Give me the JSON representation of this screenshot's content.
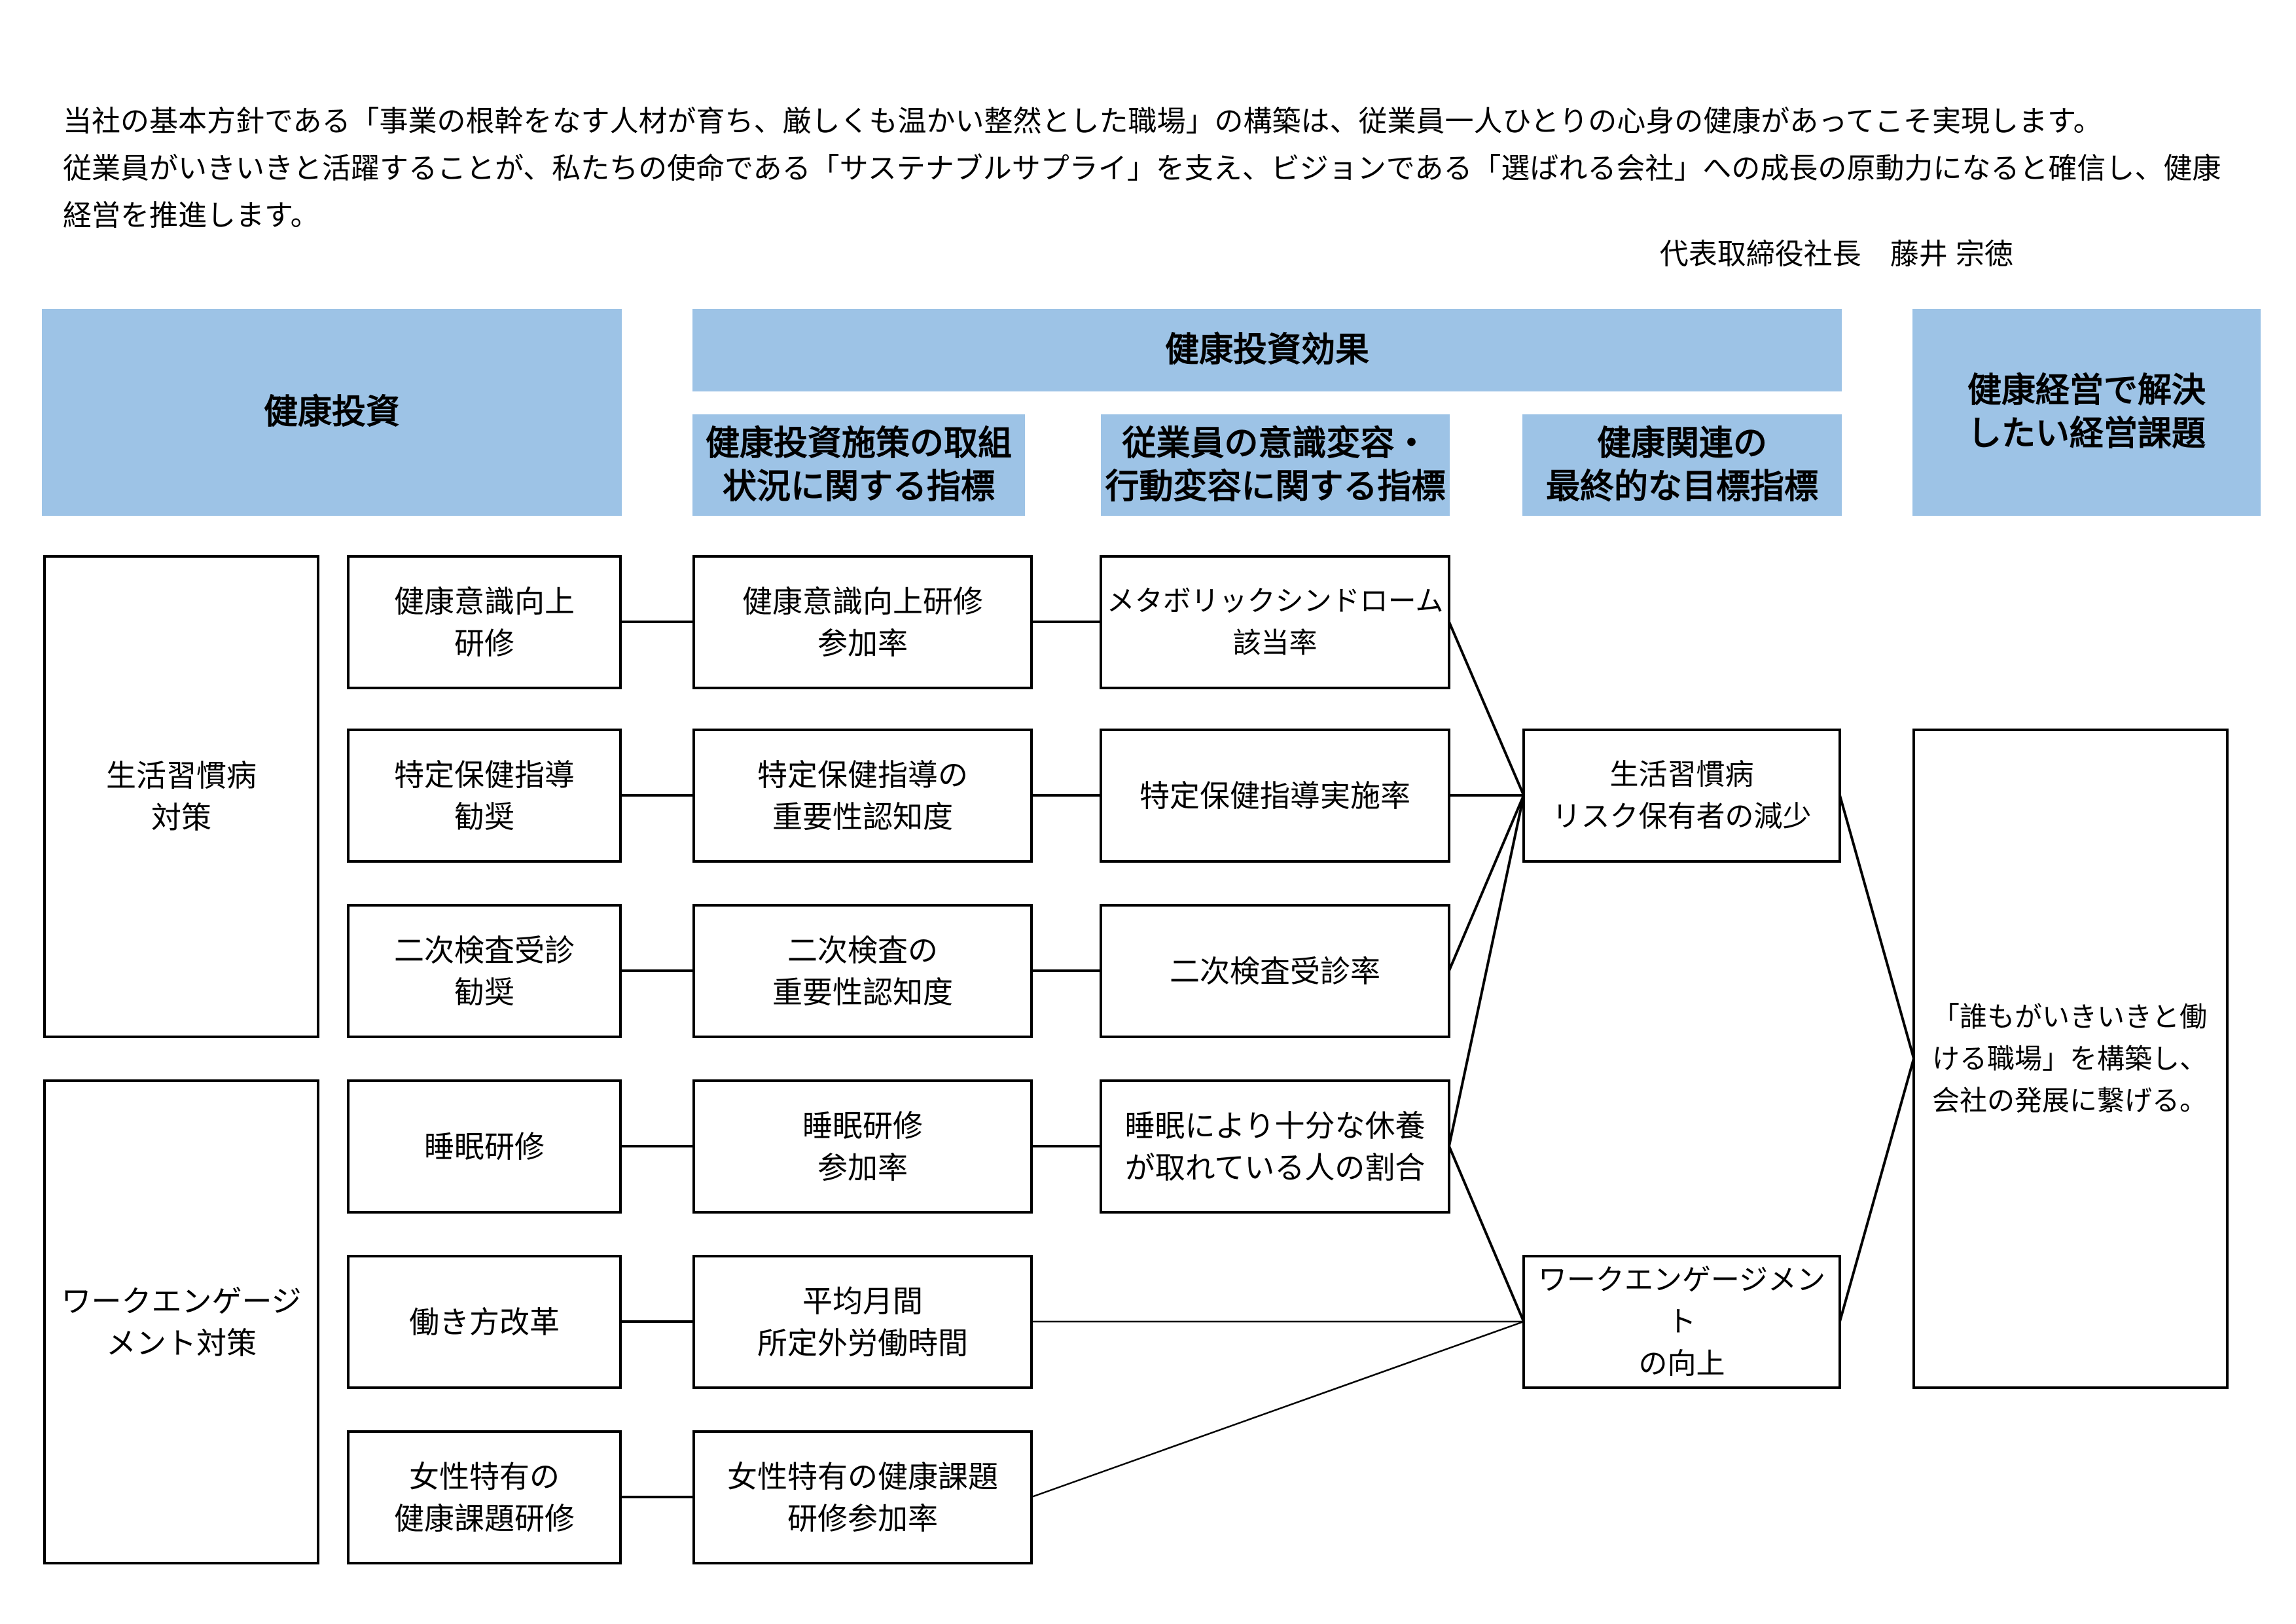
{
  "colors": {
    "accent_blue": "#9dc3e6",
    "line": "#000000",
    "text": "#000000",
    "background": "#ffffff"
  },
  "intro": {
    "lines": [
      "当社の基本方針である「事業の根幹をなす人材が育ち、厳しくも温かい整然とした職場」の構築は、従業員一人ひとりの心身の健康があってこそ実現します。",
      "従業員がいきいきと活躍することが、私たちの使命である「サステナブルサプライ」を支え、ビジョンである「選ばれる会社」への成長の原動力になると確信し、健康",
      "経営を推進します。"
    ],
    "signature": "代表取締役社長　藤井 宗徳"
  },
  "headers": {
    "investment": "健康投資",
    "effect": "健康投資効果",
    "indicator_initiative": "健康投資施策の取組\n状況に関する指標",
    "indicator_behavior": "従業員の意識変容・\n行動変容に関する指標",
    "indicator_final": "健康関連の\n最終的な目標指標",
    "management_issue": "健康経営で解決\nしたい経営課題"
  },
  "categories": [
    {
      "label": "生活習慣病\n対策"
    },
    {
      "label": "ワークエンゲージ\nメント対策"
    }
  ],
  "measures": [
    {
      "label": "健康意識向上\n研修"
    },
    {
      "label": "特定保健指導\n勧奨"
    },
    {
      "label": "二次検査受診\n勧奨"
    },
    {
      "label": "睡眠研修"
    },
    {
      "label": "働き方改革"
    },
    {
      "label": "女性特有の\n健康課題研修"
    }
  ],
  "initiative_indicators": [
    {
      "label": "健康意識向上研修\n参加率"
    },
    {
      "label": "特定保健指導の\n重要性認知度"
    },
    {
      "label": "二次検査の\n重要性認知度"
    },
    {
      "label": "睡眠研修\n参加率"
    },
    {
      "label": "平均月間\n所定外労働時間"
    },
    {
      "label": "女性特有の健康課題\n研修参加率"
    }
  ],
  "behavior_indicators": [
    {
      "label": "メタボリックシンドローム\n該当率"
    },
    {
      "label": "特定保健指導実施率"
    },
    {
      "label": "二次検査受診率"
    },
    {
      "label": "睡眠により十分な休養\nが取れている人の割合"
    }
  ],
  "final_indicators": [
    {
      "label": "生活習慣病\nリスク保有者の減少"
    },
    {
      "label": "ワークエンゲージメント\nの向上"
    }
  ],
  "goal": {
    "label": "「誰もがいきいきと働\nける職場」を構築し、\n会社の発展に繋げる。"
  }
}
